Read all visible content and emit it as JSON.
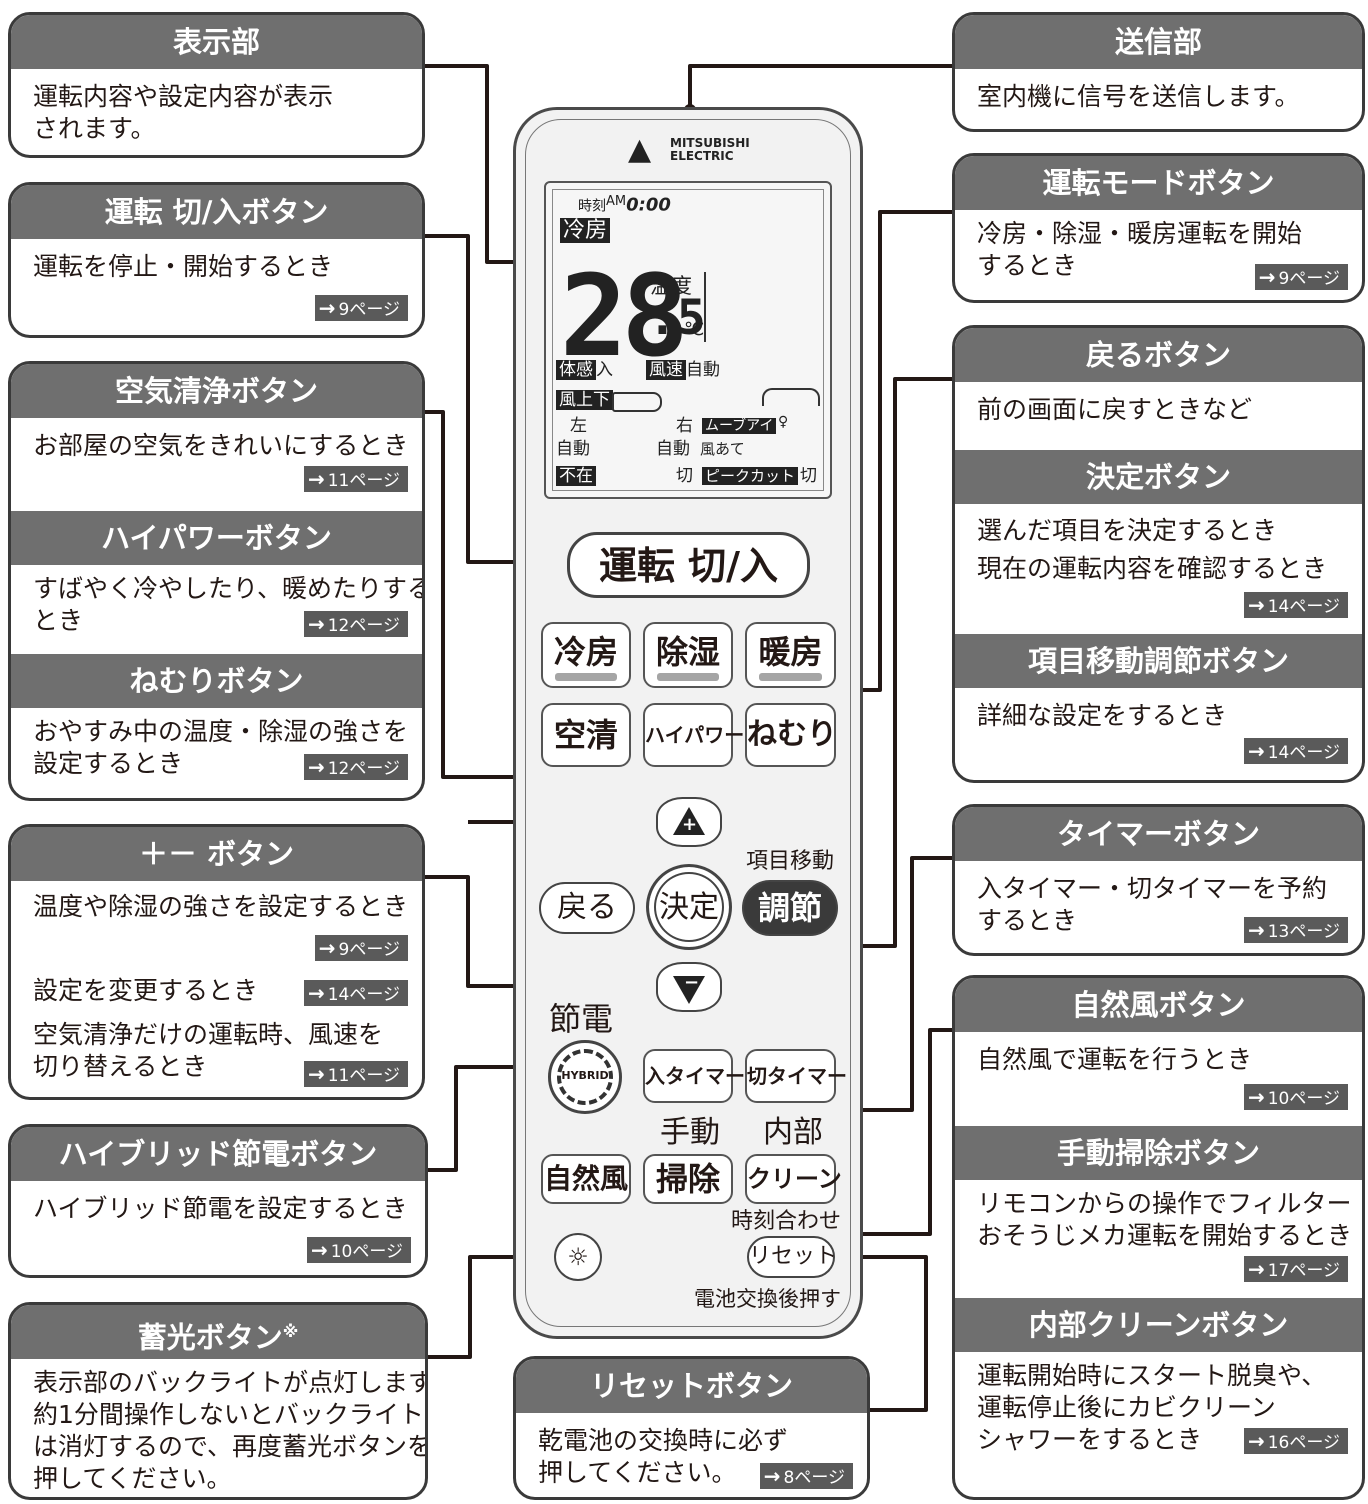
{
  "colors": {
    "header_bg": "#6f6f6f",
    "border": "#3a3a3a",
    "ref_bg": "#5a5a5a",
    "remote_bg": "#f2f2f2"
  },
  "callouts": {
    "display": {
      "title": "表示部",
      "desc1": "運転内容や設定内容が表示",
      "desc2": "されます。"
    },
    "power": {
      "title": "運転 切/入ボタン",
      "desc1": "運転を停止・開始するとき",
      "ref": "9ページ"
    },
    "air_clean": {
      "title": "空気清浄ボタン",
      "desc1": "お部屋の空気をきれいにするとき",
      "ref": "11ページ"
    },
    "high_power": {
      "title": "ハイパワーボタン",
      "desc1": "すばやく冷やしたり、暖めたりする",
      "desc2": "とき",
      "ref": "12ページ"
    },
    "sleep": {
      "title": "ねむりボタン",
      "desc1": "おやすみ中の温度・除湿の強さを",
      "desc2": "設定するとき",
      "ref": "12ページ"
    },
    "plus_minus": {
      "title": "＋－ ボタン",
      "desc1": "温度や除湿の強さを設定するとき",
      "ref1": "9ページ",
      "desc2": "設定を変更するとき",
      "ref2": "14ページ",
      "desc3": "空気清浄だけの運転時、風速を",
      "desc4": "切り替えるとき",
      "ref3": "11ページ"
    },
    "hybrid": {
      "title": "ハイブリッド節電ボタン",
      "desc1": "ハイブリッド節電を設定するとき",
      "ref": "10ページ"
    },
    "light": {
      "title": "蓄光ボタン",
      "mark": "※",
      "desc1": "表示部のバックライトが点灯します。",
      "desc2": "約1分間操作しないとバックライト",
      "desc3": "は消灯するので、再度蓄光ボタンを",
      "desc4": "押してください。"
    },
    "reset": {
      "title": "リセットボタン",
      "desc1": "乾電池の交換時に必ず",
      "desc2": "押してください。",
      "ref": "8ページ"
    },
    "transmitter": {
      "title": "送信部",
      "desc1": "室内機に信号を送信します。"
    },
    "mode": {
      "title": "運転モードボタン",
      "desc1": "冷房・除湿・暖房運転を開始",
      "desc2": "するとき",
      "ref": "9ページ"
    },
    "back": {
      "title": "戻るボタン",
      "desc1": "前の画面に戻すときなど"
    },
    "enter": {
      "title": "決定ボタン",
      "desc1": "選んだ項目を決定するとき",
      "desc2": "現在の運転内容を確認するとき",
      "ref": "14ページ"
    },
    "item_move": {
      "title": "項目移動調節ボタン",
      "desc1": "詳細な設定をするとき",
      "ref": "14ページ"
    },
    "timer": {
      "title": "タイマーボタン",
      "desc1": "入タイマー・切タイマーを予約",
      "desc2": "するとき",
      "ref": "13ページ"
    },
    "natural_wind": {
      "title": "自然風ボタン",
      "desc1": "自然風で運転を行うとき",
      "ref": "10ページ"
    },
    "manual_clean": {
      "title": "手動掃除ボタン",
      "desc1": "リモコンからの操作でフィルター",
      "desc2": "おそうじメカ運転を開始するとき",
      "ref": "17ページ"
    },
    "internal_clean": {
      "title": "内部クリーンボタン",
      "desc1": "運転開始時にスタート脱臭や、",
      "desc2": "運転停止後にカビクリーン",
      "desc3": "シャワーをするとき",
      "ref": "16ページ"
    }
  },
  "remote": {
    "brand1": "MITSUBISHI",
    "brand2": "ELECTRIC",
    "lcd": {
      "clock_label": "時刻",
      "am": "AM",
      "clock": "0:00",
      "mode": "冷房",
      "temp_int": "28",
      "temp_dec": ".5",
      "unit": "℃",
      "temp_label": "温度",
      "taikan": "体感",
      "taikan_val": "入",
      "fusoku": "風速",
      "fusoku_val": "自動",
      "fujoge": "風上下",
      "left": "左",
      "right": "右",
      "auto1": "自動",
      "auto2": "自動",
      "move_eye": "ムーブアイ",
      "kaze": "風あて",
      "fuzai": "不在",
      "off1": "切",
      "peak": "ピークカット",
      "off2": "切"
    },
    "power_btn": "運転 切/入",
    "cool": "冷房",
    "dry": "除湿",
    "heat": "暖房",
    "clean": "空清",
    "high_power": "ハイパワー",
    "sleep": "ねむり",
    "back": "戻る",
    "enter": "決定",
    "adjust": "調節",
    "item_move_label": "項目移動",
    "setsuden": "節電",
    "hybrid": "HYBRID",
    "on_timer": "入タイマー",
    "off_timer": "切タイマー",
    "manual_label": "手動",
    "internal_label": "内部",
    "natural": "自然風",
    "soji": "掃除",
    "clean_btn": "クリーン",
    "time_set": "時刻合わせ",
    "reset": "リセット",
    "battery": "電池交換後押す"
  }
}
